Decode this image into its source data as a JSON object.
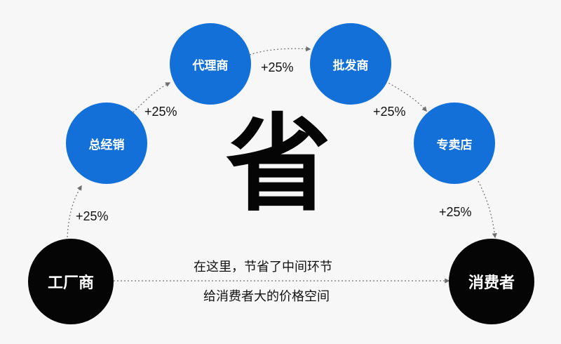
{
  "diagram": {
    "nodes": [
      {
        "id": "factory",
        "label": "工厂商",
        "style": "black"
      },
      {
        "id": "general",
        "label": "总经销",
        "style": "blue"
      },
      {
        "id": "agent",
        "label": "代理商",
        "style": "blue"
      },
      {
        "id": "wholesale",
        "label": "批发商",
        "style": "blue"
      },
      {
        "id": "store",
        "label": "专卖店",
        "style": "blue"
      },
      {
        "id": "consumer",
        "label": "消费者",
        "style": "black"
      }
    ],
    "edges": [
      {
        "from": "factory",
        "to": "general",
        "label": "+25%"
      },
      {
        "from": "general",
        "to": "agent",
        "label": "+25%"
      },
      {
        "from": "agent",
        "to": "wholesale",
        "label": "+25%"
      },
      {
        "from": "wholesale",
        "to": "store",
        "label": "+25%"
      },
      {
        "from": "store",
        "to": "consumer",
        "label": "+25%"
      },
      {
        "from": "factory",
        "to": "consumer",
        "label": ""
      }
    ],
    "center_char": "省",
    "caption_line1": "在这里，节省了中间环节",
    "caption_line2": "给消费者大的价格空间",
    "colors": {
      "blue": "#1470d9",
      "black": "#050505",
      "connector": "#6f6f6f"
    }
  }
}
